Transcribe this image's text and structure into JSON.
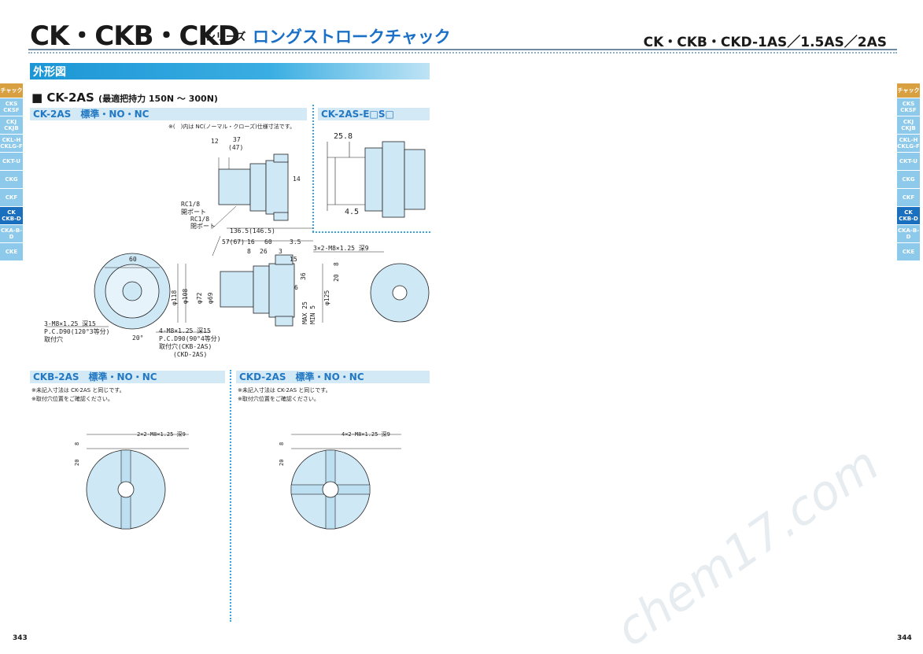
{
  "header": {
    "brand": "CK・CKB・CKD",
    "brand_sub": "シリーズ",
    "brand_title": "ロングストロークチャック",
    "right_title": "CK・CKB・CKD-1AS／1.5AS／2AS"
  },
  "section": {
    "title": "外形図"
  },
  "ck2as": {
    "heading": "■ CK-2AS",
    "heading_small": "(最適把持力 150N ～ 300N)",
    "label": "CK-2AS　標準・NO・NC",
    "note": "※(　)内は NC(ノーマル・クローズ)仕様寸法です。",
    "dims": {
      "d12": "12",
      "d37": "37",
      "d47": "(47)",
      "d14": "14",
      "rc1": "RC1/8",
      "rc1_port": "開ポート",
      "rc2": "RC1/8",
      "rc2_port": "閉ポート",
      "d136": "136.5(146.5)",
      "d57": "57(67)",
      "d16": "16",
      "d60": "60",
      "d35": "3.5",
      "d8": "8",
      "d26": "26",
      "d3": "3",
      "d15": "15",
      "phi118": "φ118",
      "phi108": "φ108",
      "phi72": "φ72",
      "phi69": "φ69",
      "phi125": "φ125",
      "d36": "36",
      "d6": "6",
      "max25": "MAX 25",
      "min5": "MIN 5",
      "d60b": "60",
      "d20": "20°",
      "m8a": "3-M8×1.25 深15",
      "pcd_a": "P.C.D90(120°3等分)",
      "tori_a": "取付穴",
      "m8b": "4-M8×1.25 深15",
      "pcd_b": "P.C.D90(90°4等分)",
      "tori_b": "取付穴(CKB-2AS)",
      "tori_c": "(CKD-2AS)",
      "m8c": "3×2-M8×1.25 深9",
      "d8b": "8",
      "d20b": "20"
    }
  },
  "ck2as_e": {
    "label": "CK-2AS-E□S□",
    "d258": "25.8",
    "d45": "4.5"
  },
  "ckb": {
    "label": "CKB-2AS　標準・NO・NC",
    "note1": "※未記入寸法は CK-2AS と同じです。",
    "note2": "※取付穴位置をご確認ください。",
    "dim": "2×2-M8×1.25 深9",
    "d8": "8",
    "d20": "20"
  },
  "ckd": {
    "label": "CKD-2AS　標準・NO・NC",
    "note1": "※未記入寸法は CK-2AS と同じです。",
    "note2": "※取付穴位置をご確認ください。",
    "dim": "4×2-M8×1.25 深9",
    "d8": "8",
    "d20": "20"
  },
  "tabs_left": [
    "チャック",
    "CKS\nCKSF",
    "CKJ\nCKJB",
    "CKL-H\nCKLG-F",
    "CKT-U",
    "CKG",
    "CKF",
    "CK\nCKB-D",
    "CKA-B-D",
    "CKE"
  ],
  "tabs_right": [
    "チャック",
    "CKS\nCKSF",
    "CKJ\nCKJB",
    "CKL-H\nCKLG-F",
    "CKT-U",
    "CKG",
    "CKF",
    "CK\nCKB-D",
    "CKA-B-D",
    "CKE"
  ],
  "active_tab_index": 7,
  "pages": {
    "left": "343",
    "right": "344"
  },
  "watermark": "chem17.com",
  "colors": {
    "accent": "#1a70c6",
    "part_fill": "#cfe8f6",
    "bar": "#d4e9f6"
  }
}
